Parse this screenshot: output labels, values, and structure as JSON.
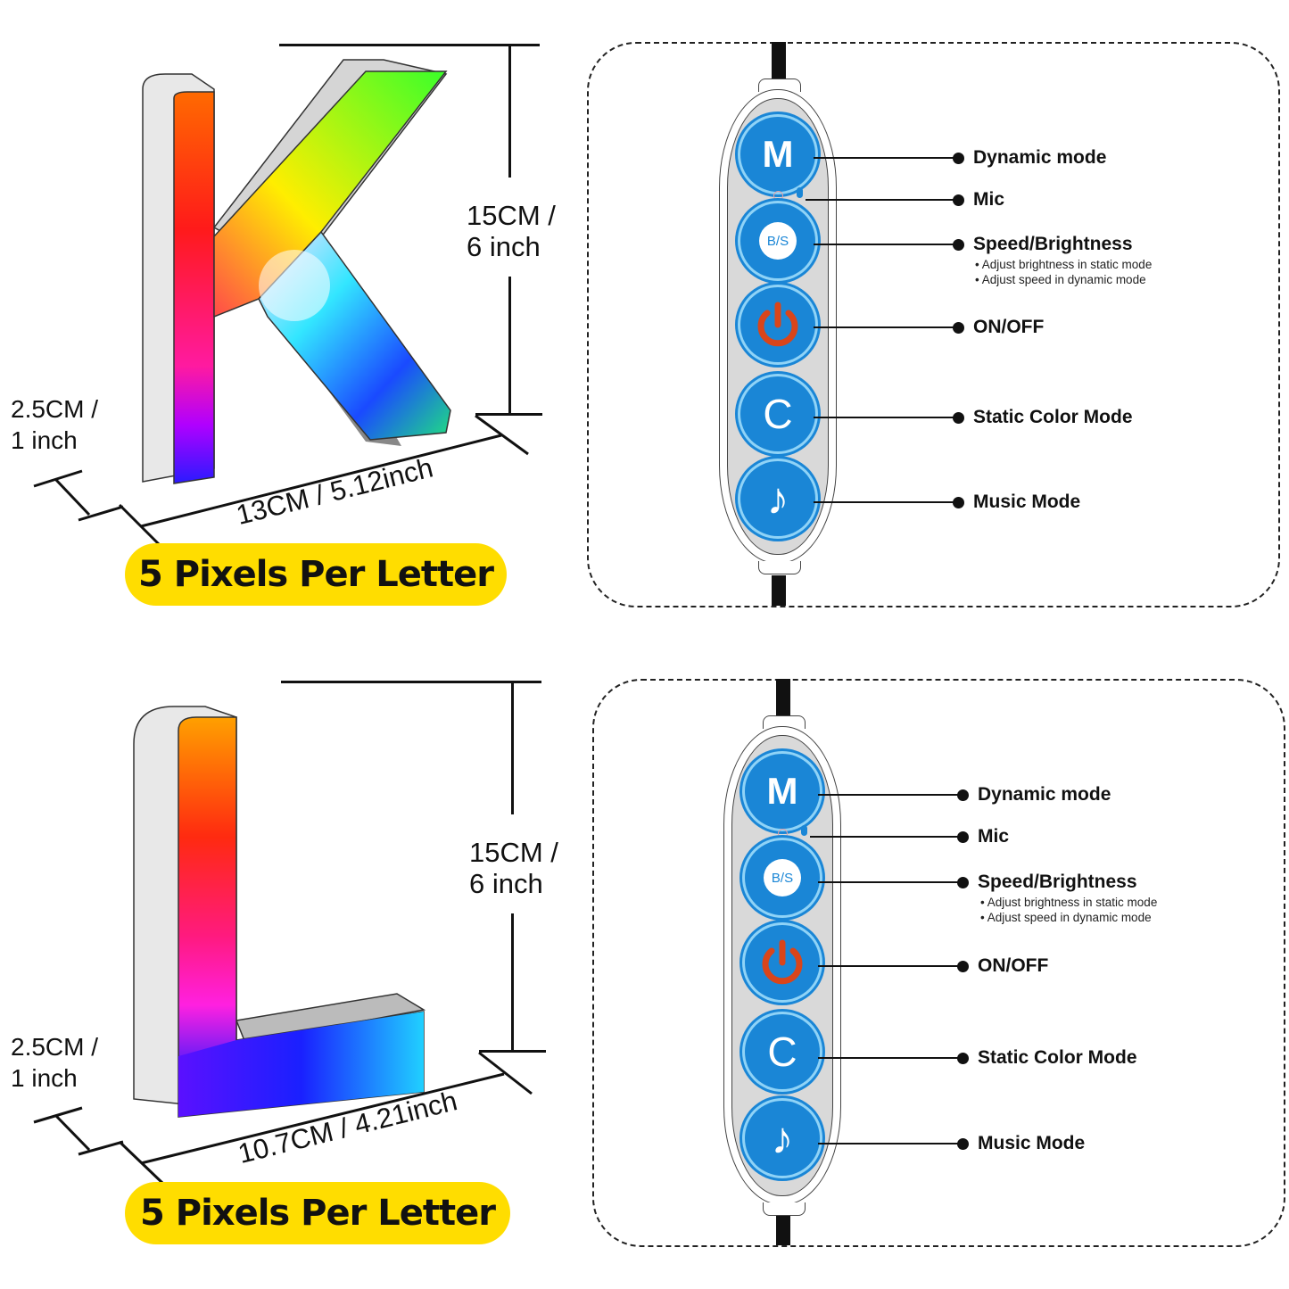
{
  "panels": [
    {
      "letter": "K",
      "height_label_line1": "15CM /",
      "height_label_line2": "6 inch",
      "depth_label_line1": "2.5CM /",
      "depth_label_line2": "1 inch",
      "width_label": "13CM / 5.12inch",
      "badge": "5 Pixels Per Letter"
    },
    {
      "letter": "L",
      "height_label_line1": "15CM /",
      "height_label_line2": "6 inch",
      "depth_label_line1": "2.5CM /",
      "depth_label_line2": "1 inch",
      "width_label": "10.7CM / 4.21inch",
      "badge": "5 Pixels Per Letter"
    }
  ],
  "remote": {
    "buttons": [
      {
        "glyph": "M",
        "icon": "mode-m-icon"
      },
      {
        "glyph": "B/S",
        "icon": "brightness-speed-icon"
      },
      {
        "glyph": "",
        "icon": "power-icon"
      },
      {
        "glyph": "C",
        "icon": "color-c-icon"
      },
      {
        "glyph": "♪",
        "icon": "music-note-icon"
      }
    ],
    "callouts": {
      "dynamic": "Dynamic mode",
      "mic": "Mic",
      "speed": "Speed/Brightness",
      "speed_note1": "• Adjust brightness in static mode",
      "speed_note2": "• Adjust speed in dynamic mode",
      "onoff": "ON/OFF",
      "static": "Static Color Mode",
      "music": "Music Mode"
    }
  },
  "colors": {
    "button_blue": "#1a86d6",
    "button_ring": "#8fd3f7",
    "power_red": "#d9451a",
    "badge_yellow": "#ffdd00",
    "remote_body": "#d9d9d9"
  }
}
